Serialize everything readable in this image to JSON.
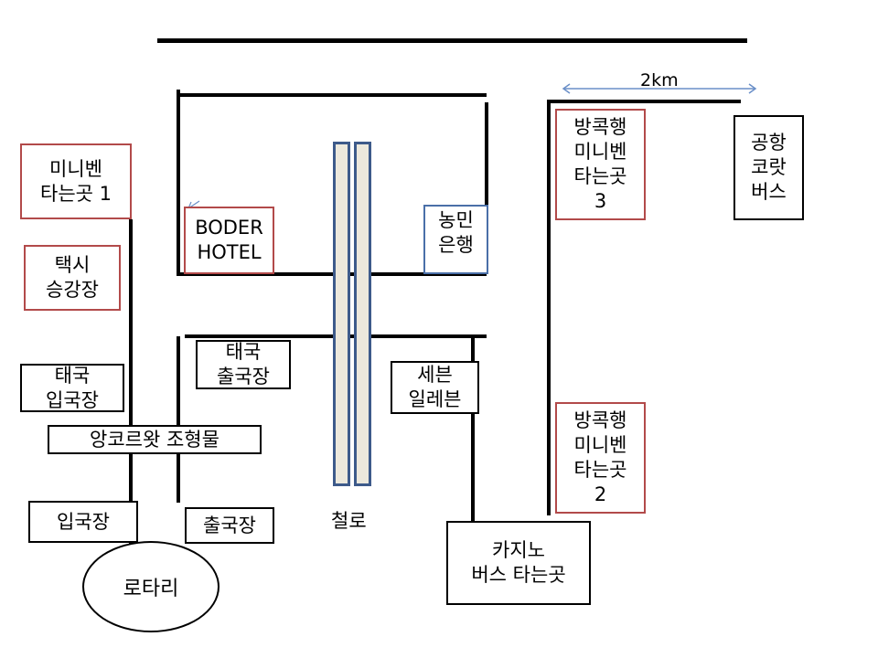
{
  "scale": {
    "label": "2km"
  },
  "places": {
    "minivan_1": {
      "lines": [
        "미니벤",
        "타는곳 1"
      ]
    },
    "taxi": {
      "lines": [
        "택시",
        "승강장"
      ]
    },
    "thai_immigration_in": {
      "lines": [
        "태국",
        "입국장"
      ]
    },
    "angkor_sculpture": {
      "lines": [
        "앙코르왓 조형물"
      ]
    },
    "immigration_in": {
      "lines": [
        "입국장"
      ]
    },
    "rotary": {
      "lines": [
        "로타리"
      ]
    },
    "boder_hotel": {
      "lines": [
        "BODER",
        "HOTEL"
      ]
    },
    "nonghyup_bank": {
      "lines": [
        "농민",
        "은행"
      ]
    },
    "thai_departure": {
      "lines": [
        "태국",
        "출국장"
      ]
    },
    "departure": {
      "lines": [
        "출국장"
      ]
    },
    "railway": {
      "lines": [
        "철로"
      ]
    },
    "seven_eleven": {
      "lines": [
        "세븐",
        "일레븐"
      ]
    },
    "casino_bus": {
      "lines": [
        "카지노",
        "버스 타는곳"
      ]
    },
    "bangkok_minivan_3": {
      "lines": [
        "방콕행",
        "미니벤",
        "타는곳",
        "3"
      ]
    },
    "bangkok_minivan_2": {
      "lines": [
        "방콕행",
        "미니벤",
        "타는곳",
        "2"
      ]
    },
    "airport_bus": {
      "lines": [
        "공항",
        "코랏",
        "버스"
      ]
    }
  }
}
